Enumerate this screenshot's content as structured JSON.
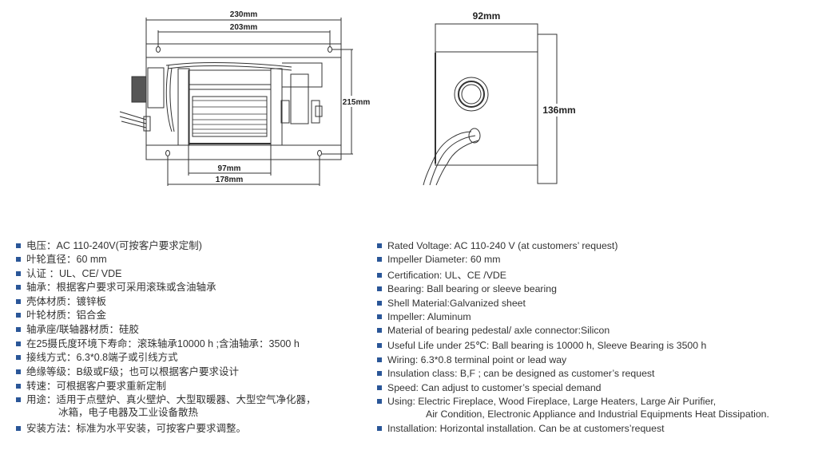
{
  "front_view": {
    "dim_overall_width": "230mm",
    "dim_hole_spacing_top": "203mm",
    "dim_height": "215mm",
    "dim_outlet_width": "97mm",
    "dim_hole_spacing_bottom": "178mm"
  },
  "side_view": {
    "dim_depth": "92mm",
    "dim_height": "136mm"
  },
  "specs_cn": [
    {
      "text": "电压：AC 110-240V(可按客户要求定制)"
    },
    {
      "text": "叶轮直径：60 mm"
    },
    {
      "text": "认证 ：UL、CE/ VDE"
    },
    {
      "text": "轴承：根据客户要求可采用滚珠或含油轴承"
    },
    {
      "text": "壳体材质：镀锌板"
    },
    {
      "text": "叶轮材质：铝合金"
    },
    {
      "text": "轴承座/联轴器材质：硅胶"
    },
    {
      "text": "在25摄氏度环境下寿命：滚珠轴承10000 h ;含油轴承：3500 h"
    },
    {
      "text": "接线方式：6.3*0.8端子或引线方式"
    },
    {
      "text": "绝缘等级：B级或F级；也可以根据客户要求设计"
    },
    {
      "text": "转速：可根据客户要求重新定制"
    },
    {
      "text": "用途：适用于点壁炉、真火壁炉、大型取暖器、大型空气净化器，",
      "cont": "冰箱，电子电器及工业设备散热"
    },
    {
      "text": "安装方法：标准为水平安装，可按客户要求调整。"
    }
  ],
  "specs_en": [
    {
      "text": "Rated Voltage: AC 110-240 V (at customers’ request)"
    },
    {
      "text": "Impeller Diameter: 60 mm"
    },
    {
      "text": "Certification: UL、CE /VDE"
    },
    {
      "text": "Bearing: Ball bearing or sleeve bearing"
    },
    {
      "text": "Shell Material:Galvanized sheet"
    },
    {
      "text": "Impeller: Aluminum"
    },
    {
      "text": "Material of bearing pedestal/ axle connector:Silicon"
    },
    {
      "text": "Useful Life under 25℃: Ball bearing is 10000 h, Sleeve Bearing is 3500 h"
    },
    {
      "text": "Wiring: 6.3*0.8 terminal point or lead way"
    },
    {
      "text": "Insulation class: B,F ;  can be designed as customer’s  request"
    },
    {
      "text": "Speed: Can adjust to customer’s special demand"
    },
    {
      "text": "Using: Electric Fireplace, Wood Fireplace, Large Heaters, Large Air Purifier,",
      "cont": "Air Condition, Electronic Appliance and Industrial Equipments Heat Dissipation."
    },
    {
      "text": "Installation: Horizontal installation. Can be at customers’request"
    }
  ],
  "colors": {
    "bullet": "#2a5698",
    "text": "#333333",
    "line": "#333333"
  }
}
